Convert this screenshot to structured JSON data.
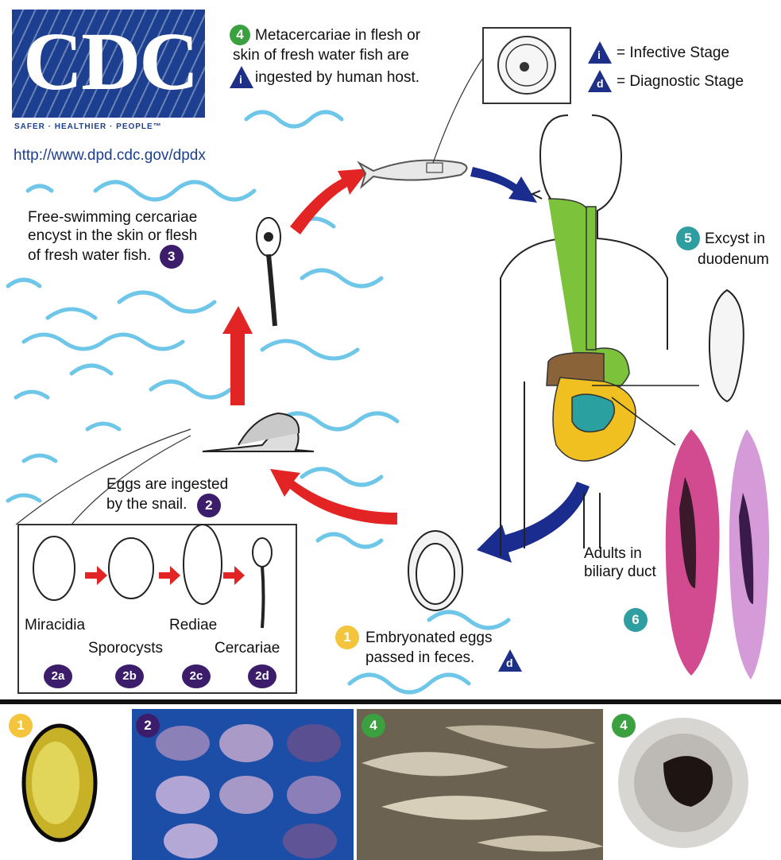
{
  "cdc": {
    "logo_text": "CDC",
    "tagline": "SAFER · HEALTHIER · PEOPLE™",
    "url": "http://www.dpd.cdc.gov/dpdx"
  },
  "legend": {
    "infective_symbol": "i",
    "infective_label": "= Infective Stage",
    "diagnostic_symbol": "d",
    "diagnostic_label": "= Diagnostic Stage"
  },
  "steps": {
    "s1": {
      "num": "1",
      "line1": "Embryonated eggs",
      "line2": "passed in feces."
    },
    "s2": {
      "num": "2",
      "line1": "Eggs are ingested",
      "line2": "by the snail."
    },
    "s3": {
      "num": "3",
      "line1": "Free-swimming cercariae",
      "line2": "encyst in the skin or flesh",
      "line3": "of fresh water fish."
    },
    "s4": {
      "num": "4",
      "line1": "Metacercariae in flesh or",
      "line2": "skin of fresh water fish are",
      "line3": "ingested by human host."
    },
    "s5": {
      "num": "5",
      "line1": "Excyst in",
      "line2": "duodenum"
    },
    "s6": {
      "num": "6",
      "line1": "Adults in",
      "line2": "biliary duct"
    }
  },
  "substages": {
    "a": {
      "tag": "2a",
      "label": "Miracidia"
    },
    "b": {
      "tag": "2b",
      "label": "Sporocysts"
    },
    "c": {
      "tag": "2c",
      "label": "Rediae"
    },
    "d": {
      "tag": "2d",
      "label": "Cercariae"
    }
  },
  "photos": [
    {
      "badge": "1"
    },
    {
      "badge": "2"
    },
    {
      "badge": "4"
    },
    {
      "badge": "4"
    }
  ],
  "colors": {
    "cdc_blue": "#1d3f8f",
    "arrow_red": "#e32424",
    "arrow_blue": "#1a2d8f",
    "water": "#6ec6e8",
    "purple": "#3b1d6b",
    "green": "#3aa040",
    "teal": "#2f9ea0",
    "yellow": "#f3c43c"
  }
}
